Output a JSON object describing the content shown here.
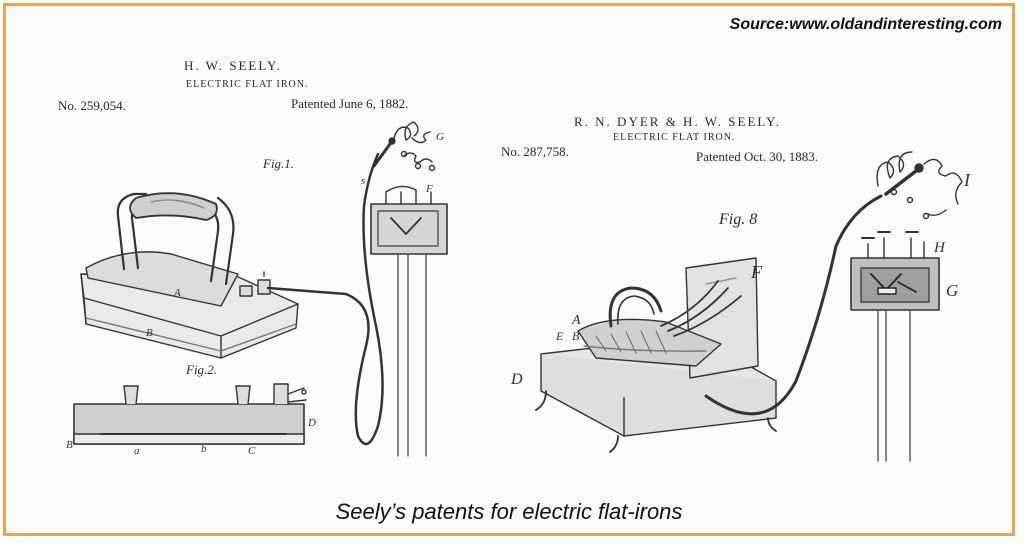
{
  "source": "Source:www.oldandinteresting.com",
  "caption": "Seely’s patents for electric flat-irons",
  "patent_left": {
    "inventor": "H. W. SEELY.",
    "invention": "ELECTRIC FLAT IRON.",
    "number": "No. 259,054.",
    "date": "Patented June 6, 1882.",
    "figures": [
      "Fig.1.",
      "Fig.2."
    ]
  },
  "patent_right": {
    "inventor": "R. N. DYER & H. W. SEELY.",
    "invention": "ELECTRIC FLAT IRON.",
    "number": "No. 287,758.",
    "date": "Patented Oct. 30, 1883.",
    "figures": [
      "Fig. 8"
    ]
  },
  "labels": {
    "left": [
      "A",
      "B",
      "G",
      "s",
      "F",
      "B",
      "a",
      "b",
      "C",
      "D"
    ],
    "right": [
      "F",
      "A",
      "E",
      "B",
      "D",
      "I",
      "H",
      "G"
    ]
  }
}
